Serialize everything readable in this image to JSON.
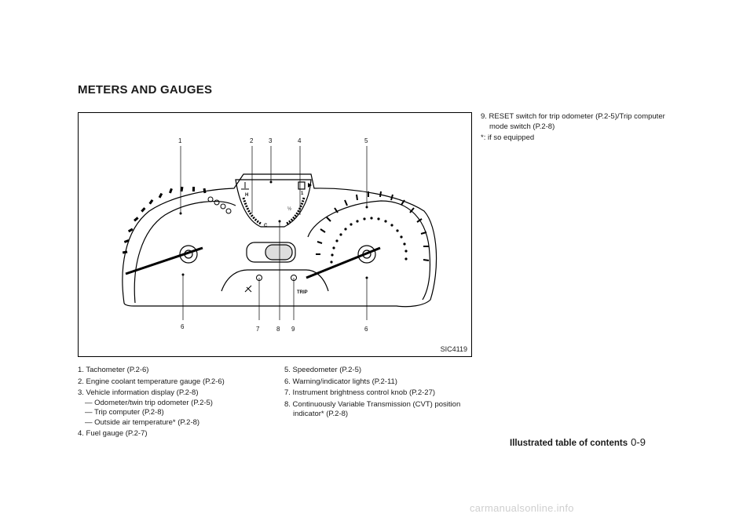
{
  "section_title": "METERS AND GAUGES",
  "figure": {
    "code": "SIC4119",
    "callouts": [
      "1",
      "2",
      "3",
      "4",
      "5",
      "6",
      "7",
      "8",
      "9",
      "6"
    ],
    "gauge_marks": {
      "hot": "H",
      "cold": "C",
      "half": "½",
      "full": "1"
    },
    "trip_label": "TRIP"
  },
  "list_col1": [
    {
      "text": "1. Tachometer (P.2-6)"
    },
    {
      "text": "2. Engine coolant temperature gauge (P.2-6)"
    },
    {
      "text": "3. Vehicle information display (P.2-8)"
    },
    {
      "text": "— Odometer/twin trip odometer (P.2-5)"
    },
    {
      "text": "— Trip computer (P.2-8)"
    },
    {
      "text": "— Outside air temperature* (P.2-8)"
    },
    {
      "text": "4. Fuel gauge (P.2-7)"
    }
  ],
  "list_col2": [
    {
      "text": "5. Speedometer (P.2-5)"
    },
    {
      "text": "6. Warning/indicator lights (P.2-11)"
    },
    {
      "text": "7. Instrument brightness control knob (P.2-27)"
    },
    {
      "text": "8. Continuously Variable Transmission (CVT) position indicator* (P.2-8)"
    }
  ],
  "list_col3": [
    {
      "text": "9. RESET switch for trip odometer (P.2-5)/Trip computer mode switch (P.2-8)"
    },
    {
      "text": "*: if so equipped"
    }
  ],
  "footer": {
    "label": "Illustrated table of contents",
    "page": "0-9"
  },
  "watermark": "carmanualsonline.info"
}
